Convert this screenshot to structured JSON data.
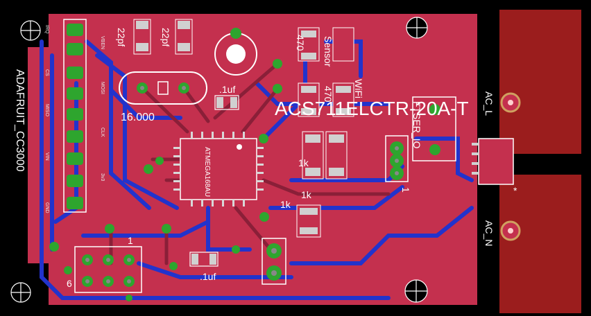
{
  "colors": {
    "background": "#000000",
    "board": "#c4304e",
    "pad_pour": "#9b1d1d",
    "bottom_trace": "#2233cc",
    "top_trace": "#b8304c",
    "silkscreen": "#ffffff",
    "pad_green": "#2ea52e",
    "pad_copper": "#d0a060",
    "via": "#a8a8a8"
  },
  "labels": {
    "header_pins": [
      "IRQ",
      "VBEN",
      "CS",
      "MOSI",
      "MISO",
      "CLK",
      "VIN",
      "3v3",
      "GND"
    ],
    "module_name": "ADAFRUIT_CC3000",
    "cap1": "22pf",
    "cap2": "22pf",
    "crystal": "16.000",
    "electrolytic": ".1uf",
    "mcu": "ATMEGA168AU",
    "resistor_a_value": "470",
    "resistor_b_value": "470",
    "resistor_a_name": "Sensor",
    "resistor_b_name": "WiFi",
    "ferrite": "1k",
    "resistor_c": "1k",
    "resistor_d": "1k",
    "sensor_part": "ACS711ELCTR-20A-T",
    "ftdi_label": "FTSER_IO",
    "ftdi_pin": "1",
    "ac_live": "AC_L",
    "ac_neutral": "AC_N",
    "cap_bottom": ".1uf",
    "isp_pin1": "1",
    "isp_pin6": "6",
    "asterisk": "*"
  }
}
